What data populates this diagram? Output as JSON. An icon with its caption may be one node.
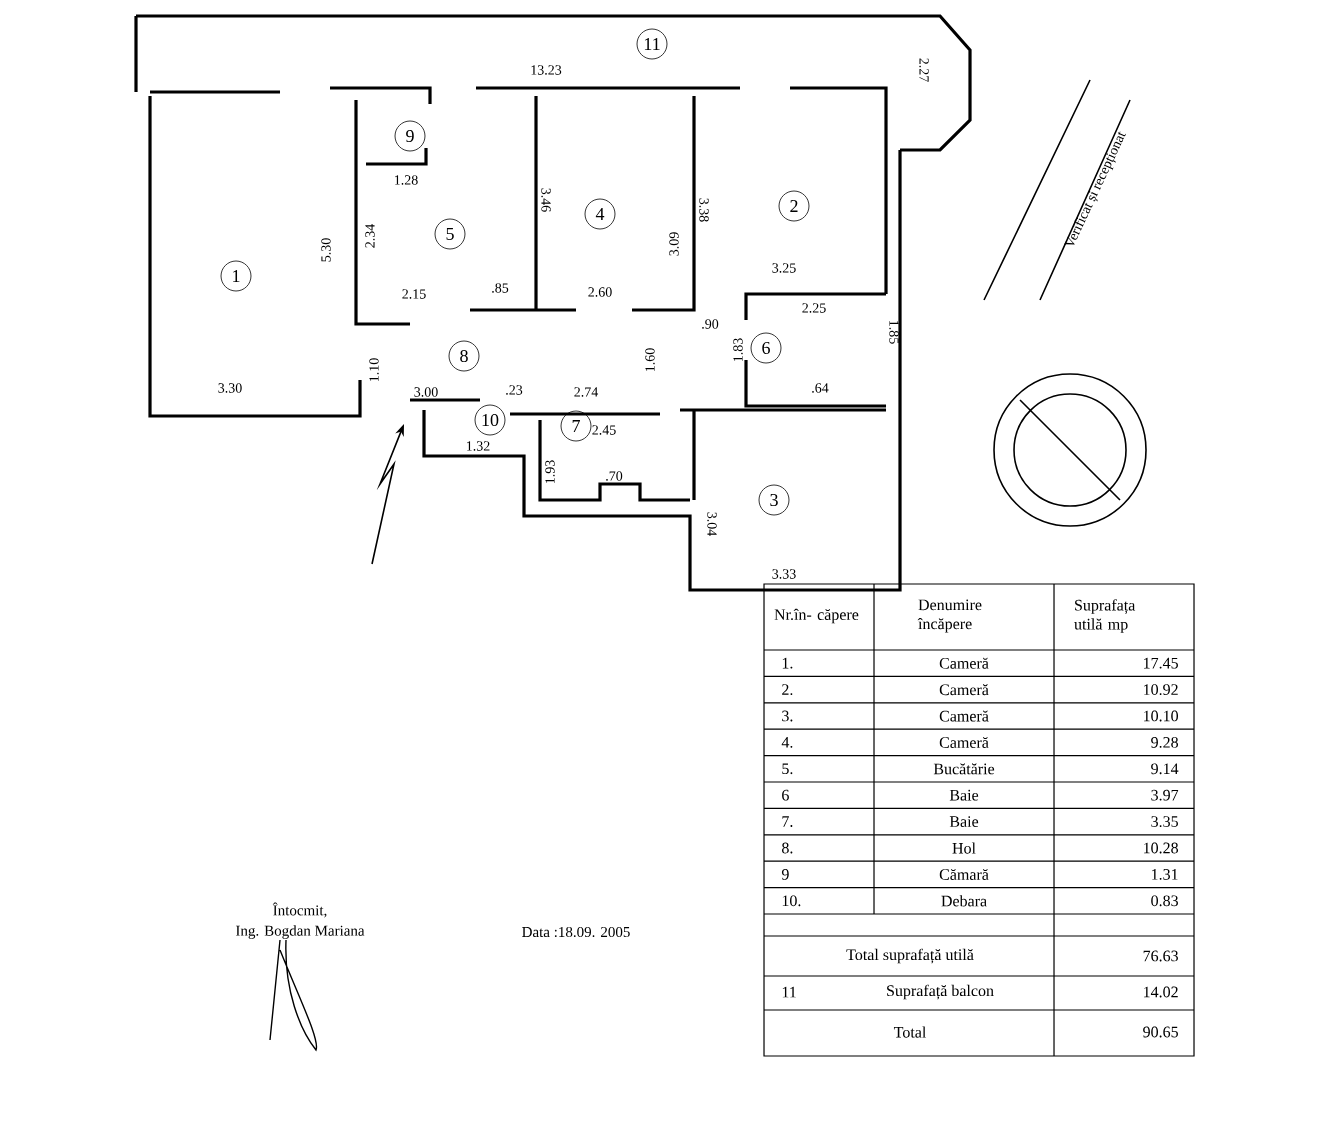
{
  "diagram": {
    "nodes": [
      {
        "text": [
          "1"
        ]
      },
      {
        "text": [
          "2"
        ]
      },
      {
        "text": [
          "3"
        ]
      },
      {
        "text": [
          "4"
        ]
      },
      {
        "text": [
          "5"
        ]
      },
      {
        "text": [
          "6"
        ]
      },
      {
        "text": [
          "7"
        ]
      },
      {
        "text": [
          "8"
        ]
      },
      {
        "text": [
          "9"
        ]
      },
      {
        "text": [
          "10"
        ]
      },
      {
        "text": [
          "11"
        ]
      }
    ],
    "edges": [],
    "labels": [
      "13.23",
      "2.27",
      "1.28",
      "3.46",
      "3.38",
      "5.30",
      "2.34",
      "3.09",
      "3.25",
      "2.15",
      ".85",
      "2.60",
      "2.25",
      ".90",
      "1.85",
      "1.83",
      "1.60",
      "1.10",
      "3.30",
      "3.00",
      ".23",
      "2.74",
      ".64",
      "2.45",
      "1.32",
      "1.93",
      ".70",
      "3.04",
      "3.33",
      "Verificat și recepționat",
      "Nr.în- căpere",
      "Denumire încăpere",
      "Suprafața utilă mp",
      "1.",
      "Cameră",
      "17.45",
      "2.",
      "Cameră",
      "10.92",
      "3.",
      "Cameră",
      "10.10",
      "4.",
      "Cameră",
      "9.28",
      "5.",
      "Bucătărie",
      "9.14",
      "6",
      "Baie",
      "3.97",
      "7.",
      "Baie",
      "3.35",
      "8.",
      "Hol",
      "10.28",
      "9",
      "Cămară",
      "1.31",
      "10.",
      "Debara",
      "0.83",
      "Total suprafață utilă",
      "76.63",
      "11",
      "Suprafață balcon",
      "14.02",
      "Total",
      "90.65",
      "Întocmit,",
      "Ing. Bogdan Mariana",
      "Data :18.09. 2005"
    ]
  }
}
